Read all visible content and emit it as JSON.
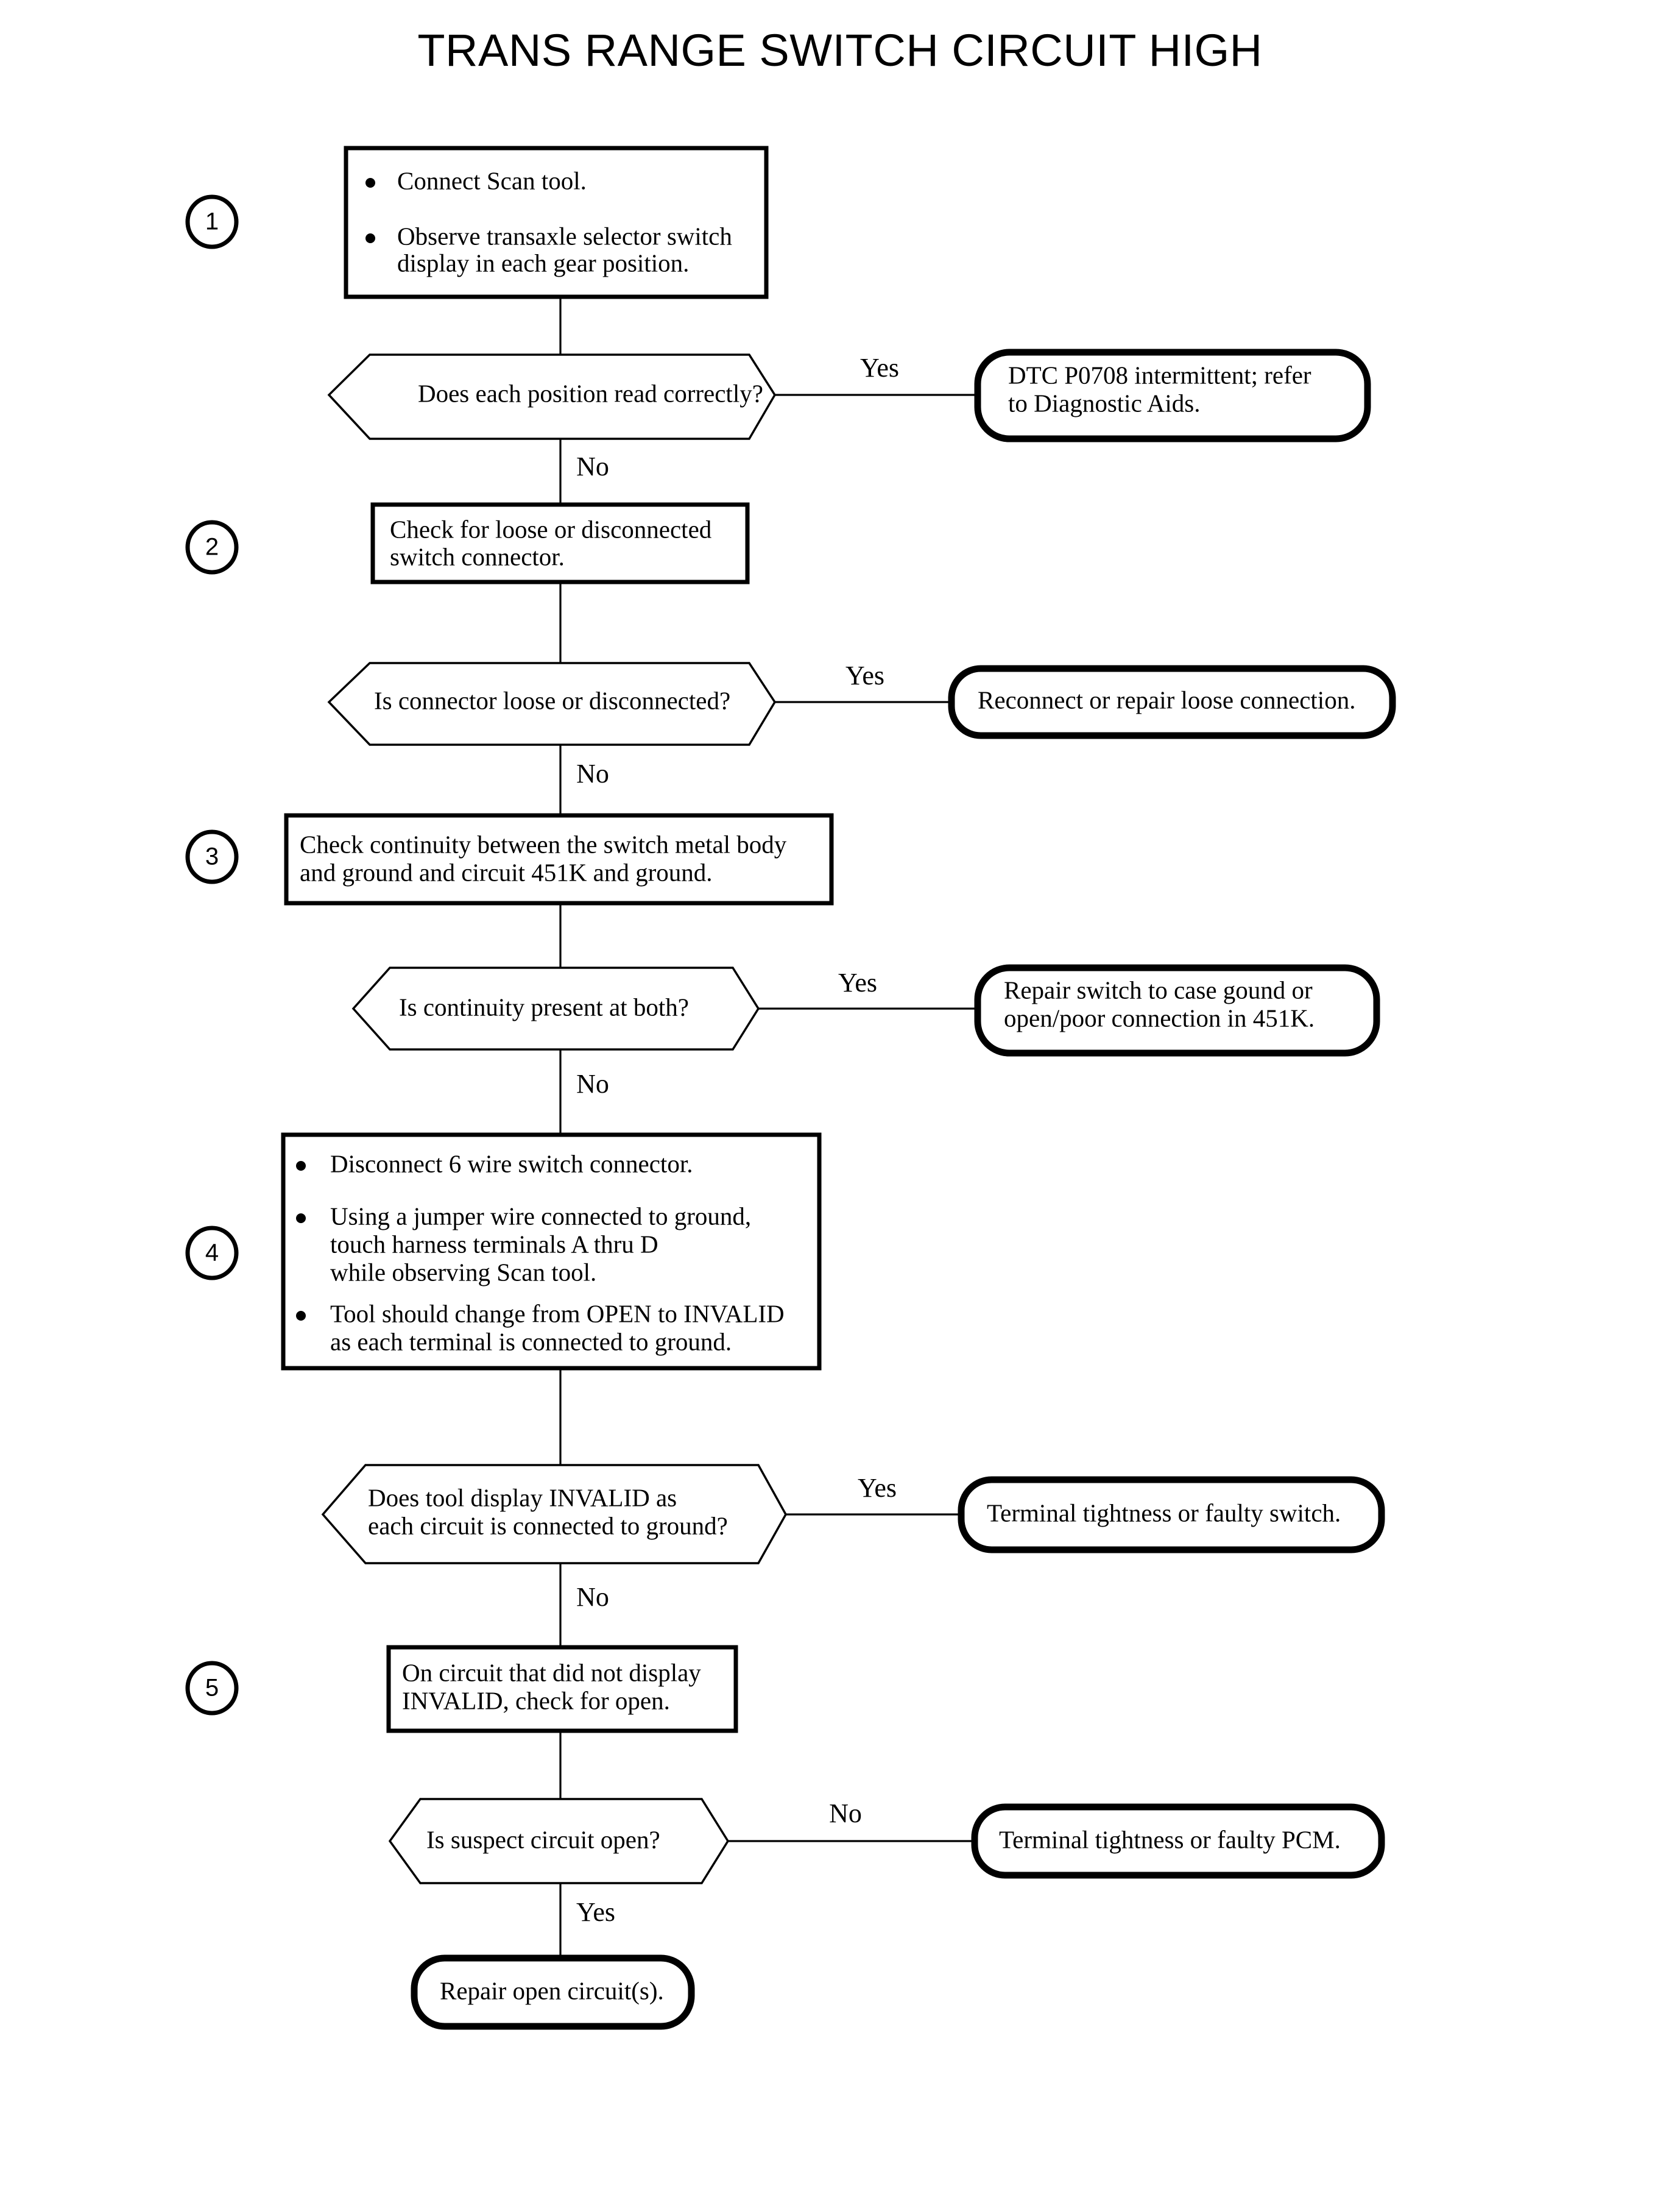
{
  "title": "TRANS RANGE SWITCH CIRCUIT HIGH",
  "steps": [
    {
      "number": "1",
      "lines": [
        "Connect Scan tool.",
        "Observe transaxle selector switch",
        "display in each gear position."
      ]
    },
    {
      "number": "2",
      "lines": [
        "Check for loose or disconnected",
        "switch connector."
      ]
    },
    {
      "number": "3",
      "lines": [
        "Check continuity between the switch metal body",
        "and ground and circuit 451K and ground."
      ]
    },
    {
      "number": "4",
      "lines": [
        "Disconnect 6 wire switch connector.",
        "Using a jumper wire connected to ground,",
        "touch harness terminals A thru D",
        "while observing Scan tool.",
        "Tool should change from OPEN to INVALID",
        "as each terminal is connected to ground."
      ]
    },
    {
      "number": "5",
      "lines": [
        "On circuit that did not display",
        "INVALID, check for open."
      ]
    }
  ],
  "step1": {
    "bullet1": "Connect Scan tool.",
    "bullet2_l1": "Observe transaxle selector switch",
    "bullet2_l2": "display in each gear position."
  },
  "step2": {
    "line1": "Check for loose or disconnected",
    "line2": "switch connector."
  },
  "step3": {
    "line1": "Check continuity between the switch metal body",
    "line2": "and ground and circuit 451K and ground."
  },
  "step4": {
    "bullet1": "Disconnect 6 wire switch connector.",
    "bullet2_l1": "Using a jumper wire connected to ground,",
    "bullet2_l2": "touch harness terminals A thru D",
    "bullet2_l3": "while observing Scan tool.",
    "bullet3_l1": "Tool should change from OPEN to INVALID",
    "bullet3_l2": "as each terminal is connected to ground."
  },
  "step5": {
    "line1": "On circuit that did not display",
    "line2": "INVALID, check for open."
  },
  "step_numbers": {
    "one": "1",
    "two": "2",
    "three": "3",
    "four": "4",
    "five": "5"
  },
  "decisions": {
    "d1": {
      "text": "Does each position read correctly?",
      "branch_right": "Yes",
      "branch_down": "No"
    },
    "d2": {
      "text": "Is connector loose or disconnected?",
      "branch_right": "Yes",
      "branch_down": "No"
    },
    "d3": {
      "text": "Is continuity present at both?",
      "branch_right": "Yes",
      "branch_down": "No"
    },
    "d4": {
      "line1": "Does tool display INVALID as",
      "line2": "each circuit is connected to ground?",
      "branch_right": "Yes",
      "branch_down": "No"
    },
    "d5": {
      "text": "Is suspect circuit open?",
      "branch_right": "No",
      "branch_down": "Yes"
    }
  },
  "terminators": {
    "t1_l1": "DTC P0708 intermittent; refer",
    "t1_l2": "to Diagnostic Aids.",
    "t2": "Reconnect or repair loose connection.",
    "t3_l1": "Repair switch to case gound or",
    "t3_l2": "open/poor connection in 451K.",
    "t4": "Terminal tightness or faulty switch.",
    "t5": "Terminal tightness or faulty PCM.",
    "t6": "Repair open circuit(s)."
  },
  "colors": {
    "ink": "#000000",
    "paper": "#ffffff"
  }
}
